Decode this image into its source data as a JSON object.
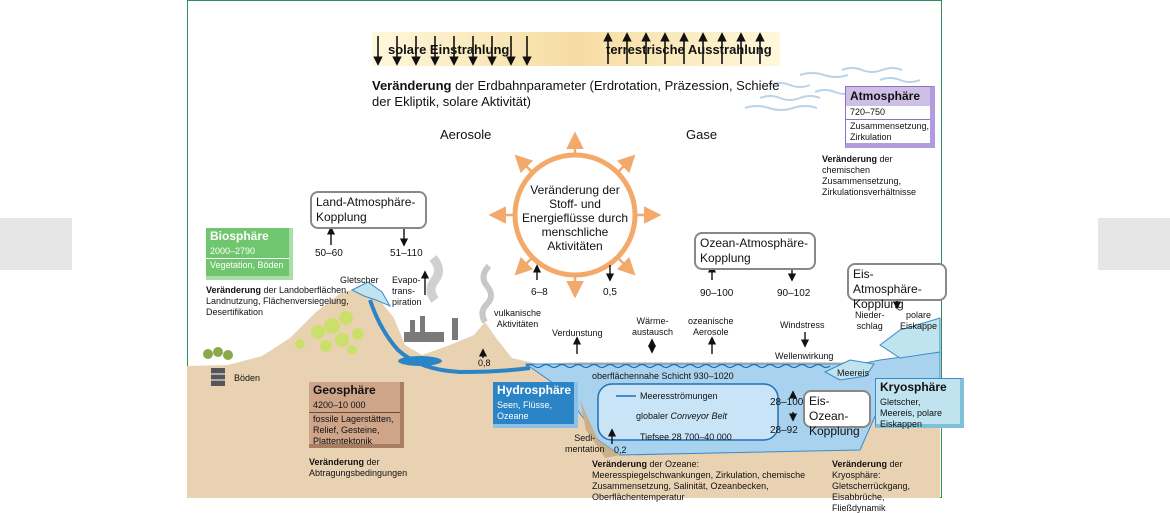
{
  "radiation": {
    "solar": "solare Einstrahlung",
    "terrestrial": "terrestrische Ausstrahlung"
  },
  "orbital": {
    "bold": "Veränderung",
    "line1": " der Erdbahnparameter (Erdrotation, Präzession, Schiefe",
    "line2": "der Ekliptik, solare Aktivität)"
  },
  "labels": {
    "aerosole": "Aerosole",
    "gase": "Gase",
    "gletscher": "Gletscher",
    "evapo1": "Evapo-",
    "evapo2": "trans-",
    "evapo3": "piration",
    "vulk1": "vulkanische",
    "vulk2": "Aktivitäten",
    "verdunstung": "Verdunstung",
    "waerme1": "Wärme-",
    "waerme2": "austausch",
    "ozean1": "ozeanische",
    "ozean2": "Aerosole",
    "windstress": "Windstress",
    "wellen": "Wellenwirkung",
    "nieder1": "Nieder-",
    "nieder2": "schlag",
    "polar1": "polare",
    "polar2": "Eiskappe",
    "boeden": "Böden",
    "meereis": "Meereis",
    "oberflaeche": "oberflächennahe Schicht   930–1020",
    "stroemungen": "Meeresströmungen",
    "conveyor_a": "globaler ",
    "conveyor_b": "Conveyor Belt",
    "tiefsee": "Tiefsee   28 700–40 000",
    "sedi1": "Sedi-",
    "sedi2": "mentation",
    "sedi_val": "0,2",
    "val_08": "0,8"
  },
  "center": {
    "text": "Veränderung der Stoff- und Energieflüsse durch menschliche Aktivitäten",
    "val_left": "6–8",
    "val_right": "0,5"
  },
  "couplings": {
    "land": {
      "title": "Land-Atmosphäre-Kopplung",
      "left": "50–60",
      "right": "51–110"
    },
    "ocean": {
      "title": "Ozean-Atmosphäre-Kopplung",
      "left": "90–100",
      "right": "90–102"
    },
    "ice": {
      "title": "Eis-Atmosphäre-Kopplung"
    },
    "iceocean": {
      "title": "Eis-Ozean-Kopplung",
      "top": "28–100",
      "bottom": "28–92"
    }
  },
  "spheres": {
    "atmosphere": {
      "name": "Atmosphäre",
      "value": "720–750",
      "desc": "Zusammensetzung, Zirkulation",
      "color": "#cdbfe6",
      "border": "#8e6fc4"
    },
    "biosphere": {
      "name": "Biosphäre",
      "value": "2000–2790",
      "desc": "Vegetation, Böden",
      "color": "#6fc66e"
    },
    "geosphere": {
      "name": "Geosphäre",
      "value": "4200–10 000",
      "desc": "fossile Lagerstätten, Relief, Gesteine, Plattentektonik",
      "color": "#cfa589"
    },
    "hydrosphere": {
      "name": "Hydrosphäre",
      "desc": "Seen, Flüsse, Ozeane",
      "color": "#2a84c6"
    },
    "cryosphere": {
      "name": "Kryosphäre",
      "desc": "Gletscher, Meereis, polare Eiskappen",
      "color": "#bfe3ef"
    }
  },
  "changes": {
    "atmosphere": {
      "bold": "Veränderung",
      "text": " der chemischen Zusammensetzung, Zirkulationsverhältnisse"
    },
    "biosphere": {
      "bold": "Veränderung",
      "text": " der Landoberflächen, Landnutzung, Flächenversiegelung, Desertifikation"
    },
    "geosphere": {
      "bold": "Veränderung",
      "text": " der Abtragungsbedingungen"
    },
    "ocean": {
      "bold": "Veränderung",
      "text": " der Ozeane: Meeresspiegelschwankungen, Zirkulation, chemische Zusammensetzung, Salinität, Ozeanbecken, Oberflächentemperatur"
    },
    "cryosphere": {
      "bold": "Veränderung",
      "text": " der Kryosphäre: Gletscherrückgang, Eisabbrüche, Fließdynamik"
    }
  },
  "colors": {
    "ground": "#e9d2b2",
    "ocean": "#a9d2ef",
    "accent": "#f3a96a",
    "frame": "#2f8f5b"
  }
}
